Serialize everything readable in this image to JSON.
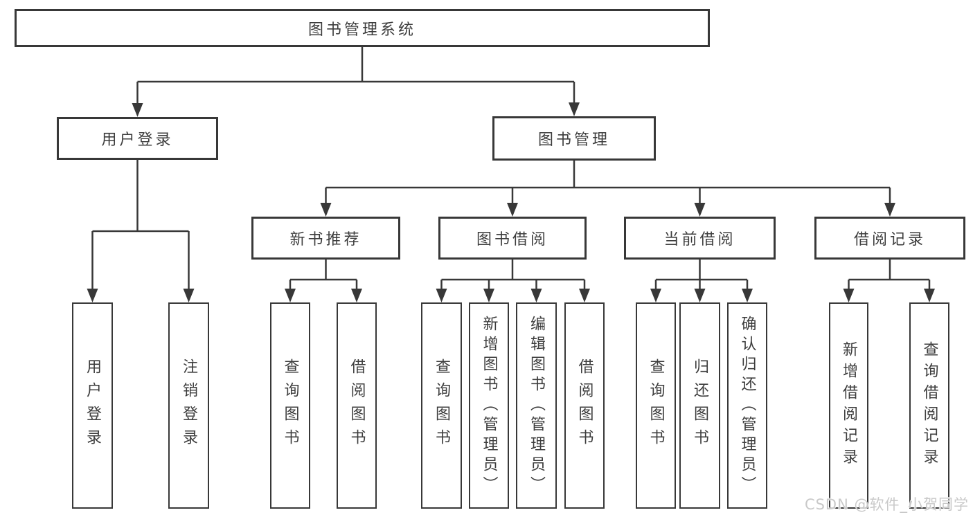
{
  "diagram_title": "图书管理系统",
  "tree": {
    "label": "图书管理系统",
    "children": [
      {
        "label": "用户登录",
        "children": [
          {
            "label": "用户登录"
          },
          {
            "label": "注销登录"
          }
        ]
      },
      {
        "label": "图书管理",
        "children": [
          {
            "label": "新书推荐",
            "children": [
              {
                "label": "查询图书"
              },
              {
                "label": "借阅图书"
              }
            ]
          },
          {
            "label": "图书借阅",
            "children": [
              {
                "label": "查询图书"
              },
              {
                "label": "新增图书（管理员）"
              },
              {
                "label": "编辑图书（管理员）"
              },
              {
                "label": "借阅图书"
              }
            ]
          },
          {
            "label": "当前借阅",
            "children": [
              {
                "label": "查询图书"
              },
              {
                "label": "归还图书"
              },
              {
                "label": "确认归还（管理员）"
              }
            ]
          },
          {
            "label": "借阅记录",
            "children": [
              {
                "label": "新增借阅记录"
              },
              {
                "label": "查询借阅记录"
              }
            ]
          }
        ]
      }
    ]
  },
  "watermark": {
    "text": "CSDN @软件_小贺同学"
  },
  "colors": {
    "line": "#383838",
    "text": "#3d3d3d",
    "box_background": "#ffffff",
    "page_background": "#ffffff",
    "watermark": "#c9c9c9"
  }
}
